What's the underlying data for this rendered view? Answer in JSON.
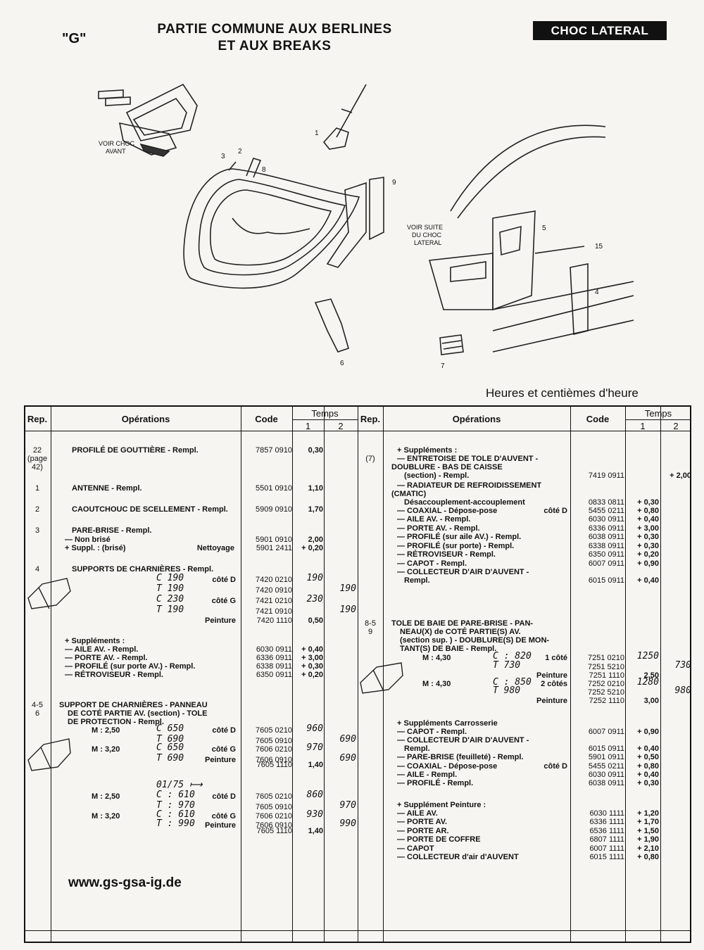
{
  "header": {
    "section_mark": "\"G\"",
    "title_line1": "PARTIE COMMUNE AUX BERLINES",
    "title_line2": "ET AUX BREAKS",
    "badge": "CHOC LATERAL"
  },
  "figure": {
    "label_voir_choc_avant_1": "VOIR CHOC",
    "label_voir_choc_avant_2": "AVANT",
    "label_voir_suite_1": "VOIR SUITE",
    "label_voir_suite_2": "DU CHOC",
    "label_voir_suite_3": "LATERAL",
    "callouts": [
      "1",
      "2",
      "3",
      "8",
      "9",
      "5",
      "4",
      "6",
      "7"
    ],
    "callout_extra": "15"
  },
  "units_note": "Heures et centièmes d'heure",
  "table_headers": {
    "rep": "Rep.",
    "operations": "Opérations",
    "code": "Code",
    "temps": "Temps",
    "temps_1": "1",
    "temps_2": "2"
  },
  "left_rows": [
    {
      "rep": "22",
      "rep2": "(page",
      "rep3": "42)",
      "op": "PROFILÉ DE GOUTTIÈRE - Rempl.",
      "code": "7857 0910",
      "t1": "0,30"
    },
    {
      "rep": "1",
      "op": "ANTENNE - Rempl.",
      "code": "5501 0910",
      "t1": "1,10"
    },
    {
      "rep": "2",
      "op": "CAOUTCHOUC DE SCELLEMENT - Rempl.",
      "code": "5909 0910",
      "t1": "1,70"
    },
    {
      "rep": "3",
      "op": "PARE-BRISE - Rempl.",
      "code": "",
      "t1": ""
    },
    {
      "op": "— Non brisé",
      "code": "5901 0910",
      "t1": "2,00"
    },
    {
      "op": "+ Suppl. : (brisé)",
      "note": "Nettoyage",
      "code": "5901 2411",
      "t1": "+ 0,20"
    },
    {
      "rep": "4",
      "op": "SUPPORTS DE CHARNIÈRES - Rempl."
    },
    {
      "hand": "C 190",
      "side": "côté D",
      "code": "7420 0210",
      "t1": "190",
      "t2": ""
    },
    {
      "hand": "T 190",
      "code": "7420 0910",
      "t2": "190"
    },
    {
      "hand": "C 230",
      "side": "côté G",
      "code": "7421 0210",
      "t1": "230"
    },
    {
      "hand": "T 190",
      "code": "7421 0910",
      "t2": "190"
    },
    {
      "side": "Peinture",
      "code": "7420 1110",
      "t1": "0,50"
    },
    {
      "op": "+ Suppléments :"
    },
    {
      "op": "— AILE AV. - Rempl.",
      "code": "6030 0911",
      "t1": "+ 0,40"
    },
    {
      "op": "— PORTE AV. - Rempl.",
      "code": "6336 0911",
      "t1": "+ 3,00"
    },
    {
      "op": "— PROFILÉ (sur porte AV.) - Rempl.",
      "code": "6338 0911",
      "t1": "+ 0,30"
    },
    {
      "op": "— RÉTROVISEUR - Rempl.",
      "code": "6350 0911",
      "t1": "+ 0,20"
    },
    {
      "rep": "4-5",
      "rep2": "6",
      "op": "SUPPORT DE CHARNIÈRES - PANNEAU",
      "op2": "DE COTÉ PARTIE AV. (section) - TOLE",
      "op3": "DE PROTECTION - Rempl."
    },
    {
      "m": "M : 2,50",
      "hand": "C 650",
      "side": "côté D",
      "code": "7605 0210",
      "t1": "960"
    },
    {
      "hand": "T 690",
      "code": "7605 0910",
      "t2": "690"
    },
    {
      "m": "M : 3,20",
      "hand": "C 650",
      "side": "côté G",
      "code": "7606 0210",
      "t1": "970"
    },
    {
      "hand": "T 690",
      "side": "Peinture",
      "code": "7606 0910",
      "t2": "690"
    },
    {
      "code": "7605 1110",
      "t1": "1,40"
    },
    {
      "hand": "01/75 ⟼"
    },
    {
      "m": "M : 2,50",
      "hand": "C : 610",
      "side": "côté D",
      "code": "7605 0210",
      "t1": "860"
    },
    {
      "hand": "T : 970",
      "code": "7605 0910",
      "t2": "970"
    },
    {
      "m": "M : 3,20",
      "hand": "C : 610",
      "side": "côté G",
      "code": "7606 0210",
      "t1": "930"
    },
    {
      "hand": "T : 990",
      "side": "Peinture",
      "code": "7606 0910",
      "t2": "990"
    },
    {
      "code": "7605 1110",
      "t1": "1,40"
    }
  ],
  "right_rows": [
    {
      "op": "+ Suppléments :"
    },
    {
      "rep": "(7)",
      "op": "— ENTRETOISE DE TOLE D'AUVENT -"
    },
    {
      "op": "DOUBLURE - BAS DE CAISSE"
    },
    {
      "op": "(section) - Rempl.",
      "code": "7419 0911",
      "t2": "+ 2,00"
    },
    {
      "op": "— RADIATEUR DE REFROIDISSEMENT"
    },
    {
      "op": "(CMATIC)"
    },
    {
      "op": "Désaccouplement-accouplement",
      "code": "0833 0811",
      "t1": "+ 0,30"
    },
    {
      "op": "— COAXIAL - Dépose-pose",
      "side": "côté D",
      "code": "5455 0211",
      "t1": "+ 0,80"
    },
    {
      "op": "— AILE AV. - Rempl.",
      "code": "6030 0911",
      "t1": "+ 0,40"
    },
    {
      "op": "— PORTE AV. - Rempl.",
      "code": "6336 0911",
      "t1": "+ 3,00"
    },
    {
      "op": "— PROFILÉ (sur aile AV.) - Rempl.",
      "code": "6038 0911",
      "t1": "+ 0,30"
    },
    {
      "op": "— PROFILÉ (sur porte) - Rempl.",
      "code": "6338 0911",
      "t1": "+ 0,30"
    },
    {
      "op": "— RÉTROVISEUR - Rempl.",
      "code": "6350 0911",
      "t1": "+ 0,20"
    },
    {
      "op": "— CAPOT - Rempl.",
      "code": "6007 0911",
      "t1": "+ 0,90"
    },
    {
      "op": "— COLLECTEUR D'AIR D'AUVENT -"
    },
    {
      "op": "Rempl.",
      "code": "6015 0911",
      "t1": "+ 0,40"
    },
    {
      "rep": "8-5",
      "rep2": "9",
      "op": "TOLE DE BAIE DE PARE-BRISE - PAN-",
      "op2": "NEAU(X) de COTÉ PARTIE(S) AV.",
      "op3": "(section sup. ) - DOUBLURE(S) DE MON-",
      "op4": "TANT(S) DE BAIE - Rempl."
    },
    {
      "m": "M : 4,30",
      "hand": "C : 820",
      "side": "1 côté",
      "code": "7251 0210",
      "t1": "1250"
    },
    {
      "hand": "T 730",
      "code": "7251 5210",
      "t2": "730"
    },
    {
      "side": "Peinture",
      "code": "7251 1110",
      "t1": "2,50"
    },
    {
      "m": "M : 4,30",
      "hand": "C : 850",
      "side": "2 côtés",
      "code": "7252 0210",
      "t1": "1280"
    },
    {
      "hand": "T 980",
      "code": "7252 5210",
      "t2": "980"
    },
    {
      "side": "Peinture",
      "code": "7252 1110",
      "t1": "3,00"
    },
    {
      "op": "+ Suppléments Carrosserie"
    },
    {
      "op": "— CAPOT - Rempl.",
      "code": "6007 0911",
      "t1": "+ 0,90"
    },
    {
      "op": "— COLLECTEUR D'AIR D'AUVENT -"
    },
    {
      "op": "Rempl.",
      "code": "6015 0911",
      "t1": "+ 0,40"
    },
    {
      "op": "— PARE-BRISE (feuilleté) - Rempl.",
      "code": "5901 0911",
      "t1": "+ 0,50"
    },
    {
      "op": "— COAXIAL - Dépose-pose",
      "side": "côté D",
      "code": "5455 0211",
      "t1": "+ 0,80"
    },
    {
      "op": "— AILE - Rempl.",
      "code": "6030 0911",
      "t1": "+ 0,40"
    },
    {
      "op": "— PROFILÉ - Rempl.",
      "code": "6038 0911",
      "t1": "+ 0,30"
    },
    {
      "op": "+ Supplément Peinture :"
    },
    {
      "op": "— AILE AV.",
      "code": "6030 1111",
      "t1": "+ 1,20"
    },
    {
      "op": "— PORTE AV.",
      "code": "6336 1111",
      "t1": "+ 1,70"
    },
    {
      "op": "— PORTE AR.",
      "code": "6536 1111",
      "t1": "+ 1,50"
    },
    {
      "op": "— PORTE DE COFFRE",
      "code": "6807 1111",
      "t1": "+ 1,90"
    },
    {
      "op": "— CAPOT",
      "code": "6007 1111",
      "t1": "+ 2,10"
    },
    {
      "op": "— COLLECTEUR d'air d'AUVENT",
      "code": "6015 1111",
      "t1": "+ 0,80"
    }
  ],
  "footer": {
    "website": "www.gs-gsa-ig.de"
  }
}
